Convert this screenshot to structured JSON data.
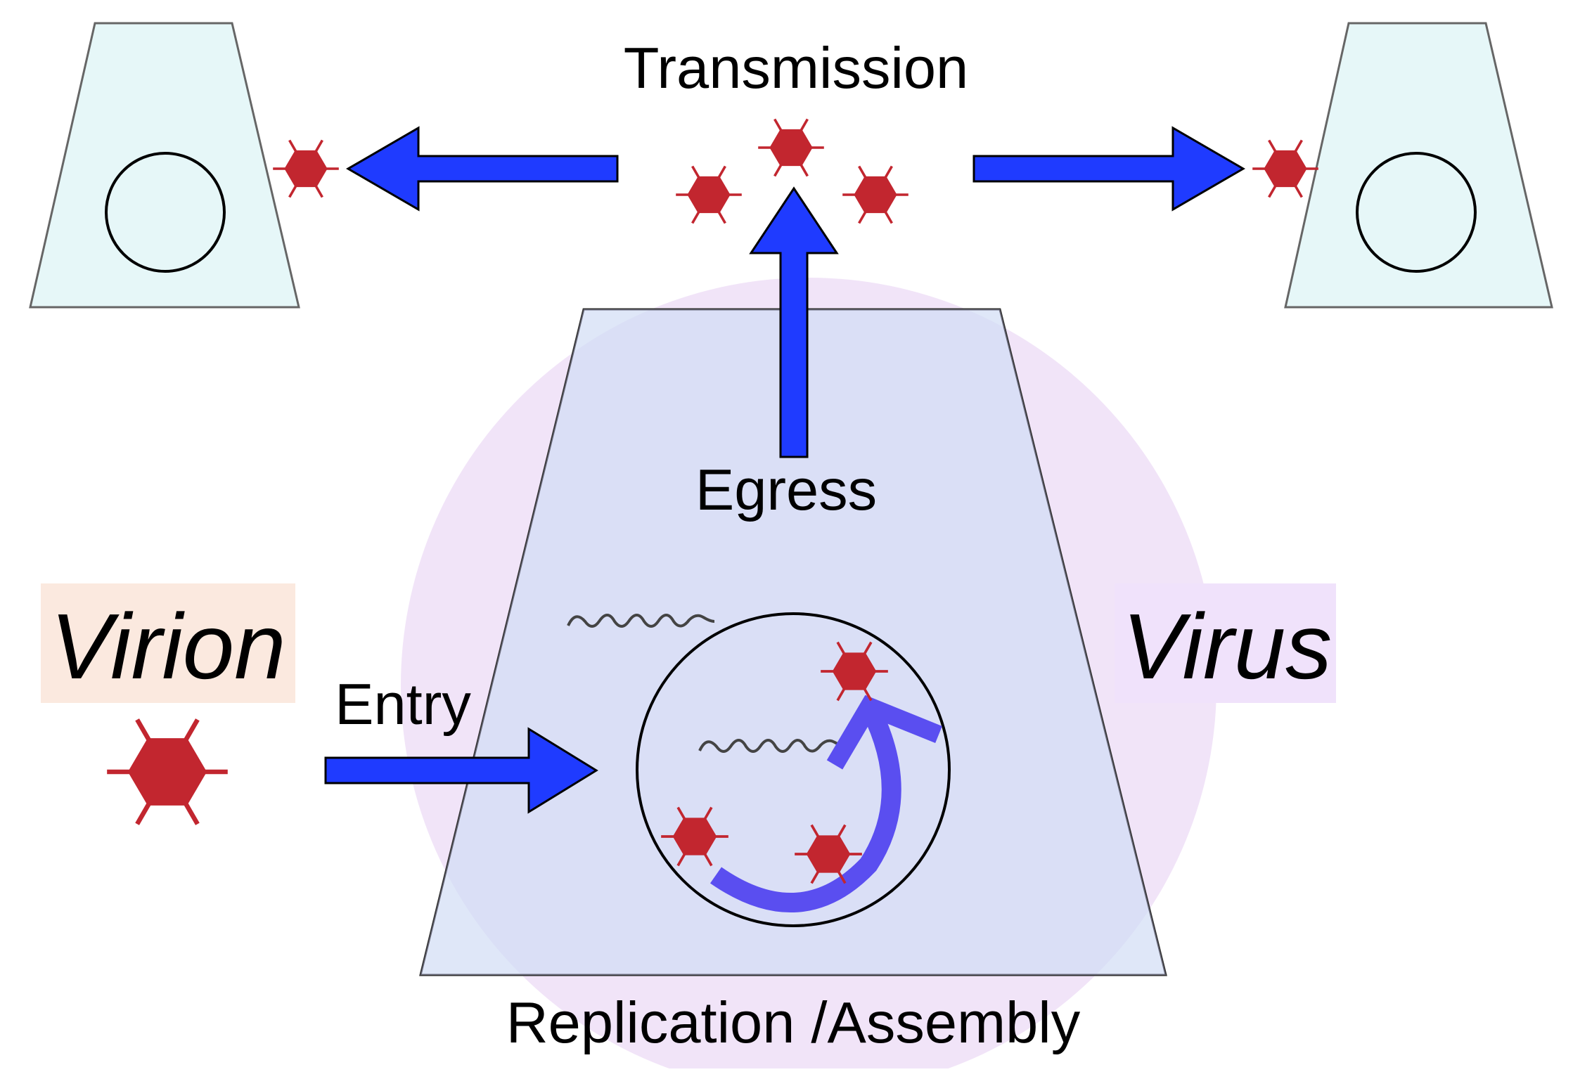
{
  "labels": {
    "transmission": "Transmission",
    "egress": "Egress",
    "entry": "Entry",
    "replication": "Replication /Assembly",
    "virion": "Virion",
    "virus": "Virus"
  },
  "colors": {
    "arrow": "#1f3bff",
    "cycle_arrow": "#5a4ef0",
    "particle": "#c2262f",
    "cell_fill": "#e6f7f8",
    "cell_stroke": "#666666",
    "halo": "#eedff7",
    "virion_box": "#fbe9df",
    "virus_box": "#f0e2fb"
  }
}
